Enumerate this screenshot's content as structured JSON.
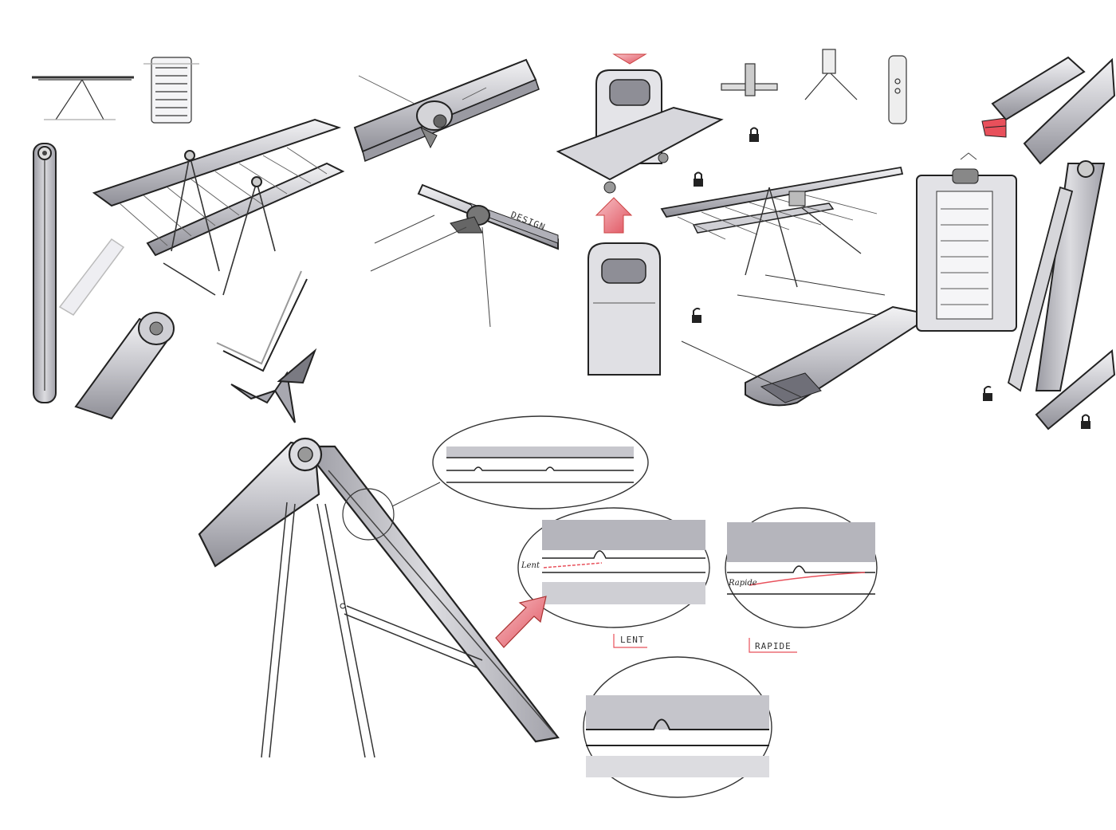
{
  "labels": {
    "lent_caption": "LENT",
    "rapide_caption": "RAPIDE",
    "lent_note": "Lent",
    "rapide_note": "Rapide",
    "brand_engraving": "DESIGN"
  },
  "colors": {
    "ink": "#2b2b2b",
    "marker_grey": "#c9c9cf",
    "marker_dark": "#8e8e96",
    "accent_red": "#e8505b",
    "accent_pink": "#f3a9b0",
    "paper": "#ffffff"
  },
  "icons": {
    "lock": "padlock-closed-icon",
    "unlock": "padlock-open-icon",
    "arrow": "red-block-arrow-icon",
    "magnet": "magnet-icon"
  }
}
